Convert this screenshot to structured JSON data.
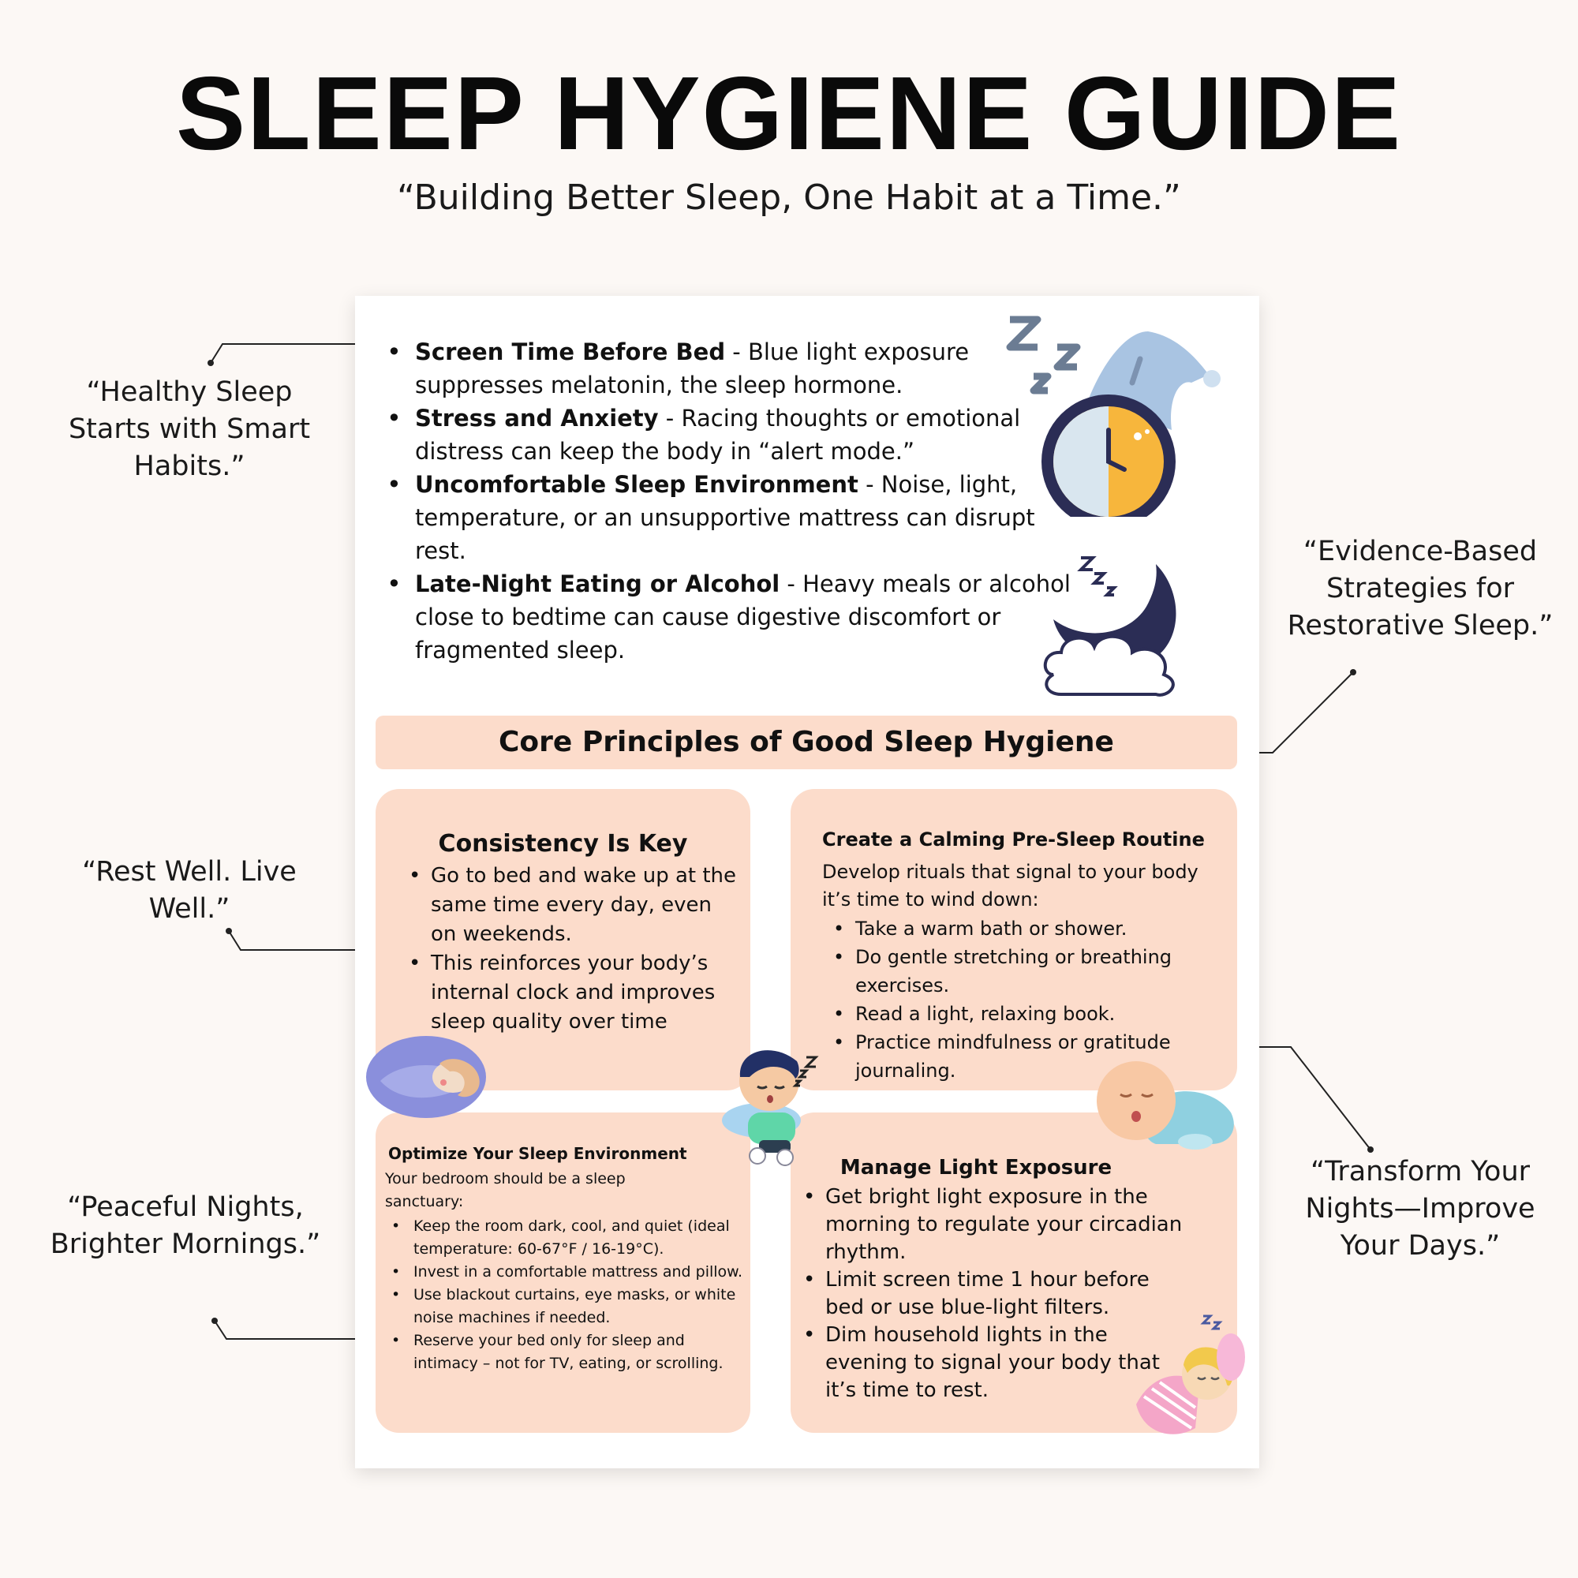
{
  "header": {
    "title": "SLEEP HYGIENE GUIDE",
    "subtitle": "“Building Better Sleep, One Habit at a Time.”"
  },
  "side_quotes": {
    "left_top": "“Healthy Sleep Starts with Smart Habits.”",
    "left_middle": "“Rest Well. Live Well.”",
    "left_bottom": "“Peaceful Nights, Brighter Mornings.”",
    "right_top": "“Evidence-Based Strategies for Restorative Sleep.”",
    "right_bottom": "“Transform Your Nights—Improve Your Days.”"
  },
  "causes": [
    {
      "title": "Screen Time Before Bed",
      "text": " - Blue light exposure suppresses melatonin, the sleep hormone."
    },
    {
      "title": "Stress and Anxiety",
      "text": " - Racing thoughts or emotional distress can keep the body in “alert mode.”"
    },
    {
      "title": "Uncomfortable Sleep Environment",
      "text": " - Noise, light, temperature, or an unsupportive mattress can disrupt rest."
    },
    {
      "title": "Late-Night Eating or Alcohol",
      "text": " - Heavy meals or alcohol close to bedtime can cause digestive discomfort or fragmented sleep."
    }
  ],
  "banner": "Core Principles of Good Sleep Hygiene",
  "cards": {
    "consistency": {
      "title": "Consistency Is Key",
      "items": [
        "Go to bed and wake up at the same time every day, even on weekends.",
        "This reinforces your body’s internal clock and improves sleep quality over time"
      ]
    },
    "routine": {
      "title": "Create a Calming Pre-Sleep Routine",
      "intro": "Develop rituals that signal to your body it’s time to wind down:",
      "items": [
        "Take a warm bath or shower.",
        "Do gentle stretching or breathing exercises.",
        "Read a light, relaxing book.",
        "Practice mindfulness or gratitude journaling."
      ]
    },
    "environment": {
      "title": "Optimize Your Sleep Environment",
      "intro": "Your bedroom should be a sleep sanctuary:",
      "items": [
        "Keep the room dark, cool, and quiet (ideal temperature: 60-67°F / 16-19°C).",
        "Invest in a comfortable mattress and pillow.",
        "Use blackout curtains, eye masks, or white noise machines if needed.",
        "Reserve your bed only for sleep and intimacy – not for TV, eating, or scrolling."
      ]
    },
    "light": {
      "title": "Manage Light Exposure",
      "items": [
        "Get bright light exposure in the morning to regulate your circadian rhythm.",
        "Limit screen time 1 hour before bed or use blue-light filters.",
        "Dim household lights in the evening to signal your body that it’s time to rest."
      ]
    }
  },
  "colors": {
    "background": "#fcf8f5",
    "card": "#fcdccb",
    "clock_yellow": "#f7b63c",
    "cap_blue": "#a9c4e2",
    "moon_navy": "#2b2d55"
  },
  "icons": [
    "zzz-icon",
    "sleeping-clock-icon",
    "sleeping-moon-icon",
    "sleeping-girl-icon",
    "sleeping-boy-icon",
    "sleeping-baby-icon",
    "sleeping-child-icon"
  ]
}
